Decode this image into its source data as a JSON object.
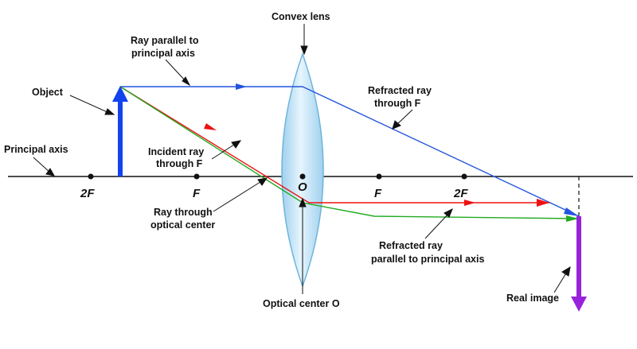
{
  "labels": {
    "convex_lens": "Convex lens",
    "ray_parallel_line1": "Ray parallel to",
    "ray_parallel_line2": "principal axis",
    "object": "Object",
    "refracted_f_line1": "Refracted ray",
    "refracted_f_line2": "through F",
    "principal_axis": "Principal axis",
    "incident_line1": "Incident ray",
    "incident_line2": "through F",
    "ray_center_line1": "Ray through",
    "ray_center_line2": "optical center",
    "refracted_parallel_line1": "Refracted ray",
    "refracted_parallel_line2": "parallel to principal axis",
    "optical_center": "Optical center O",
    "real_image": "Real image"
  },
  "points": {
    "two_f_left": "2F",
    "f_left": "F",
    "o": "O",
    "f_right": "F",
    "two_f_right": "2F"
  },
  "colors": {
    "object_arrow": "#1144ee",
    "image_arrow": "#9922dd",
    "ray_parallel": "#2255dd",
    "ray_through_f": "#ee1111",
    "ray_center": "#22aa22",
    "lens_fill": "#bfe3f7",
    "lens_stroke": "#6fb4dc",
    "axis": "#111111"
  }
}
